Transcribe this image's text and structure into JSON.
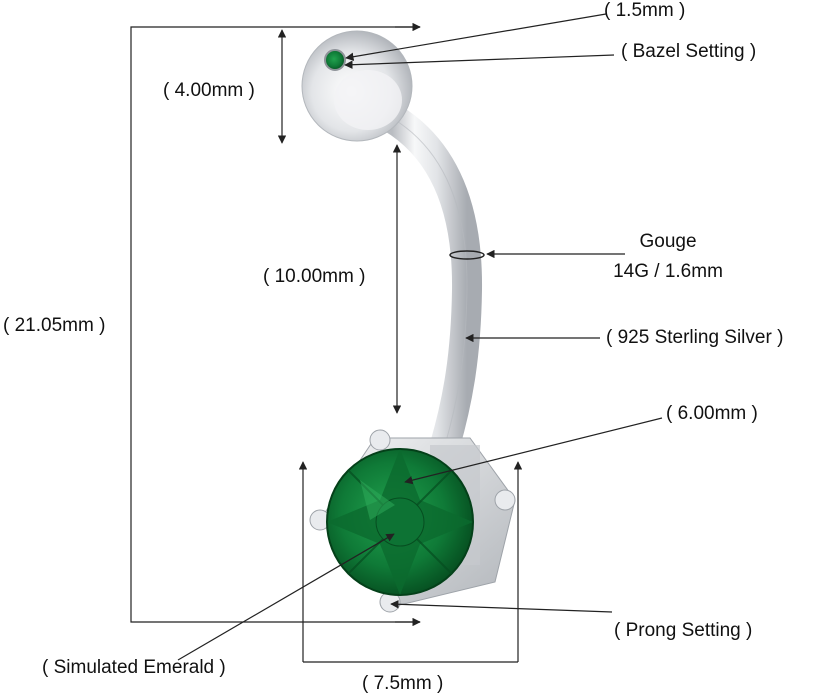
{
  "labels": {
    "ball_gem_size": "( 1.5mm )",
    "bezel_setting": "( Bazel Setting )",
    "ball_diameter": "( 4.00mm )",
    "bar_length": "( 10.00mm )",
    "total_length": "( 21.05mm )",
    "gauge_title": "Gouge",
    "gauge_value": "14G / 1.6mm",
    "material": "( 925 Sterling Silver )",
    "main_gem_size": "( 6.00mm )",
    "prong_setting": "( Prong Setting )",
    "stone_name": "( Simulated Emerald )",
    "setting_width": "( 7.5mm )"
  },
  "colors": {
    "emerald": "#0f7a37",
    "emerald_dark": "#064d20",
    "silver": "#d9dce0",
    "line": "#222222"
  }
}
